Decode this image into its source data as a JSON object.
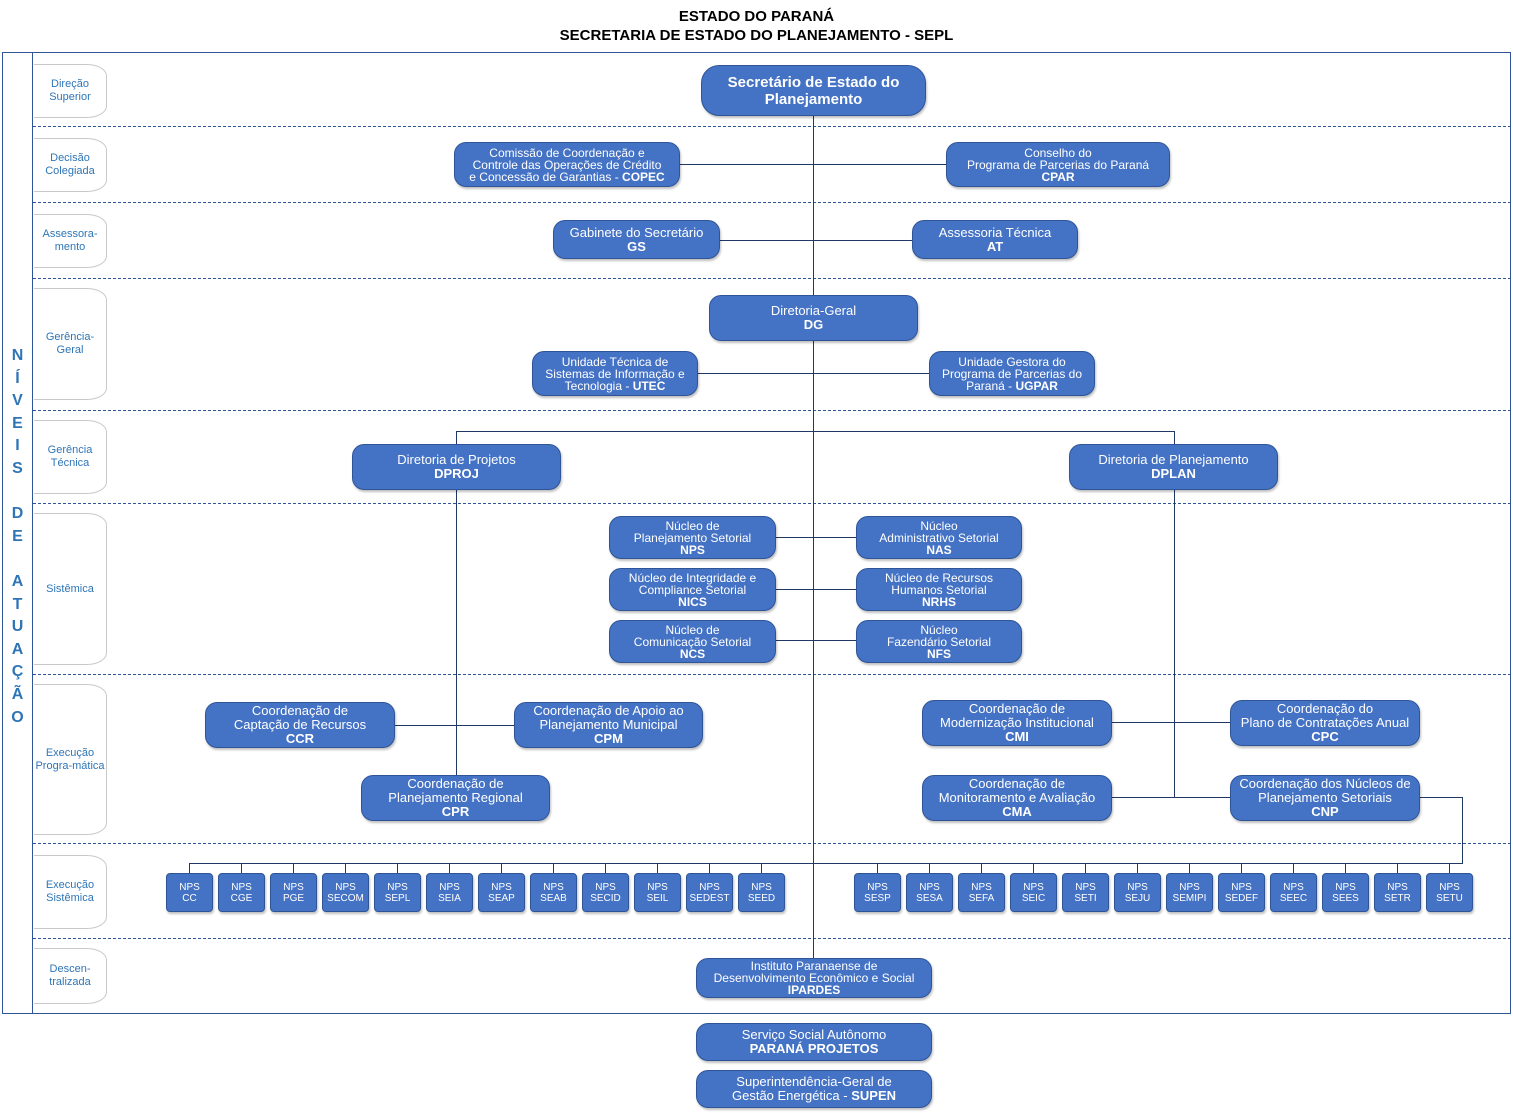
{
  "header": {
    "line1": "ESTADO DO PARANÁ",
    "line2": "SECRETARIA DE ESTADO DO PLANEJAMENTO - SEPL"
  },
  "side_title": [
    "N",
    "Í",
    "V",
    "E",
    "I",
    "S",
    "",
    "D",
    "E",
    "",
    "A",
    "T",
    "U",
    "A",
    "Ç",
    "Ã",
    "O"
  ],
  "levels": {
    "direcao": "Direção Superior",
    "decisao": "Decisão Colegiada",
    "assessoramento": "Assessora-mento",
    "gerencia_geral": "Gerência-Geral",
    "gerencia_tecnica": "Gerência Técnica",
    "sistemica": "Sistêmica",
    "execucao_programatica": "Execução Progra-mática",
    "execucao_sistemica": "Execução Sistêmica",
    "descentralizada": "Descen-tralizada"
  },
  "units": {
    "secretario": {
      "l1": "Secretário de Estado do",
      "l2": "Planejamento"
    },
    "copec": {
      "l1": "Comissão de Coordenação e",
      "l2": "Controle das Operações de Crédito",
      "l3": "e Concessão de Garantias - ",
      "b": "COPEC"
    },
    "cpar": {
      "l1": "Conselho do",
      "l2": "Programa de Parcerias do Paraná",
      "b": "CPAR"
    },
    "gs": {
      "l1": "Gabinete do Secretário",
      "b": "GS"
    },
    "at": {
      "l1": "Assessoria Técnica",
      "b": "AT"
    },
    "dg": {
      "l1": "Diretoria-Geral",
      "b": "DG"
    },
    "utec": {
      "l1": "Unidade Técnica de",
      "l2": "Sistemas de Informação e",
      "l3": "Tecnologia - ",
      "b": "UTEC"
    },
    "ugpar": {
      "l1": "Unidade Gestora do",
      "l2": "Programa de Parcerias do",
      "l3": "Paraná - ",
      "b": "UGPAR"
    },
    "dproj": {
      "l1": "Diretoria de Projetos",
      "b": "DPROJ"
    },
    "dplan": {
      "l1": "Diretoria de Planejamento",
      "b": "DPLAN"
    },
    "nps": {
      "l1": "Núcleo de",
      "l2": "Planejamento Setorial",
      "b": "NPS"
    },
    "nas": {
      "l1": "Núcleo",
      "l2": "Administrativo Setorial",
      "b": "NAS"
    },
    "nics": {
      "l1": "Núcleo de Integridade e",
      "l2": "Compliance Setorial",
      "b": "NICS"
    },
    "nrhs": {
      "l1": "Núcleo de Recursos",
      "l2": "Humanos Setorial",
      "b": "NRHS"
    },
    "ncs": {
      "l1": "Núcleo de",
      "l2": "Comunicação Setorial",
      "b": "NCS"
    },
    "nfs": {
      "l1": "Núcleo",
      "l2": "Fazendário Setorial",
      "b": "NFS"
    },
    "ccr": {
      "l1": "Coordenação de",
      "l2": "Captação de Recursos",
      "b": "CCR"
    },
    "cpm": {
      "l1": "Coordenação de Apoio ao",
      "l2": "Planejamento Municipal",
      "b": "CPM"
    },
    "cpr": {
      "l1": "Coordenação de",
      "l2": "Planejamento Regional",
      "b": "CPR"
    },
    "cmi": {
      "l1": "Coordenação de",
      "l2": "Modernização Institucional",
      "b": "CMI"
    },
    "cpc": {
      "l1": "Coordenação do",
      "l2": "Plano de Contratações Anual",
      "b": "CPC"
    },
    "cma": {
      "l1": "Coordenação de",
      "l2": "Monitoramento e Avaliação",
      "b": "CMA"
    },
    "cnp": {
      "l1": "Coordenação dos Núcleos de",
      "l2": "Planejamento Setoriais",
      "b": "CNP"
    },
    "ipardes": {
      "l1": "Instituto Paranaense de",
      "l2": "Desenvolvimento Econômico e Social",
      "b": "IPARDES"
    },
    "parana_projetos": {
      "l1": "Serviço Social Autônomo",
      "b": "PARANÁ PROJETOS"
    },
    "supen": {
      "l1": "Superintendência-Geral de",
      "l2": "Gestão Energética - ",
      "b": "SUPEN"
    }
  },
  "nps_left": [
    "CC",
    "CGE",
    "PGE",
    "SECOM",
    "SEPL",
    "SEIA",
    "SEAP",
    "SEAB",
    "SECID",
    "SEIL",
    "SEDEST",
    "SEED"
  ],
  "nps_right": [
    "SESP",
    "SESA",
    "SEFA",
    "SEIC",
    "SETI",
    "SEJU",
    "SEMIPI",
    "SEDEF",
    "SEEC",
    "SEES",
    "SETR",
    "SETU"
  ],
  "nps_prefix": "NPS"
}
